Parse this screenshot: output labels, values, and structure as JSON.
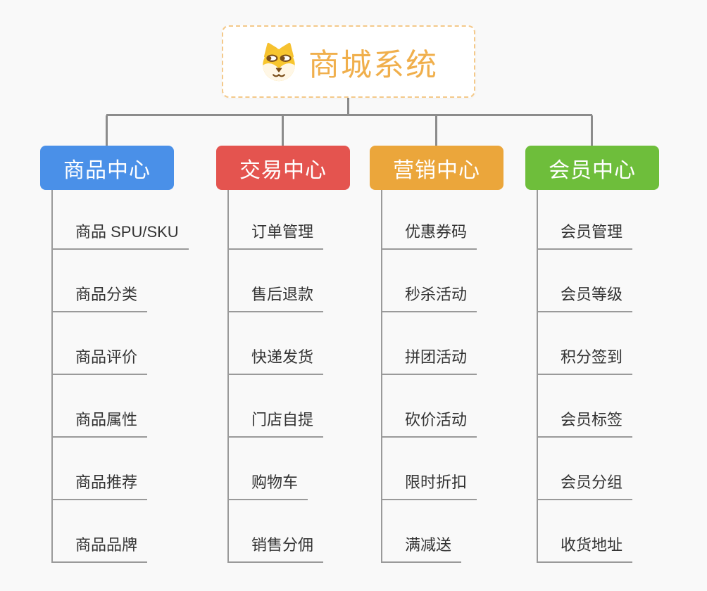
{
  "root": {
    "title": "商城系统",
    "icon": "shiba-dog-icon",
    "title_color": "#F0AF4C",
    "border_color": "#F4C98A"
  },
  "canvas": {
    "background": "#F9F9F9",
    "connector_color": "#8C8C8C",
    "leaf_line_color": "#9A9A9A",
    "leaf_text_color": "#333333"
  },
  "branches": [
    {
      "label": "商品中心",
      "color": "#4A90E8",
      "items": [
        "商品 SPU/SKU",
        "商品分类",
        "商品评价",
        "商品属性",
        "商品推荐",
        "商品品牌"
      ]
    },
    {
      "label": "交易中心",
      "color": "#E4544F",
      "items": [
        "订单管理",
        "售后退款",
        "快递发货",
        "门店自提",
        "购物车",
        "销售分佣"
      ]
    },
    {
      "label": "营销中心",
      "color": "#EBA63B",
      "items": [
        "优惠券码",
        "秒杀活动",
        "拼团活动",
        "砍价活动",
        "限时折扣",
        "满减送"
      ]
    },
    {
      "label": "会员中心",
      "color": "#6EBE3B",
      "items": [
        "会员管理",
        "会员等级",
        "积分签到",
        "会员标签",
        "会员分组",
        "收货地址"
      ]
    }
  ]
}
